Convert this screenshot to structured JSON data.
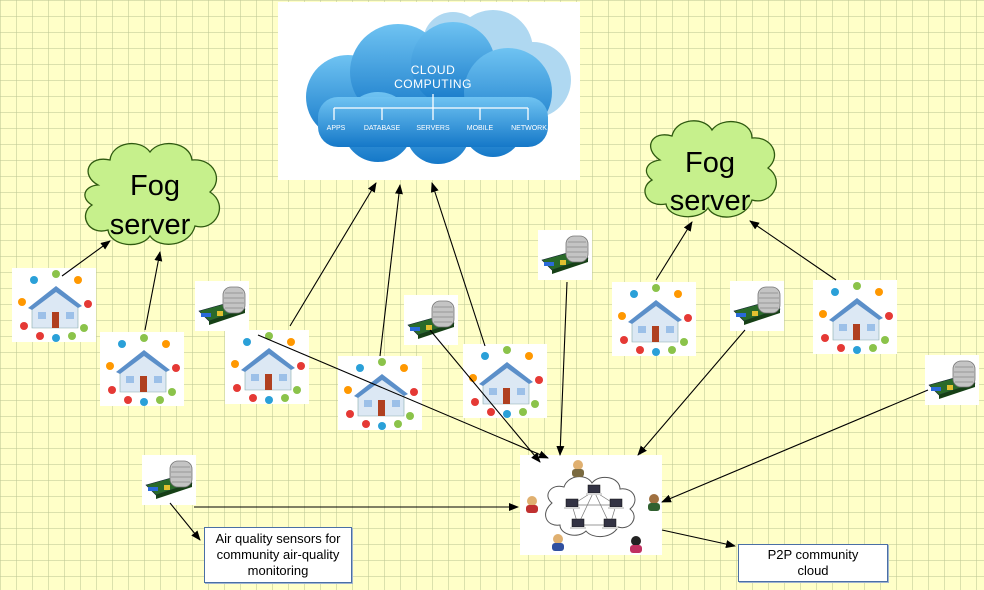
{
  "cloud": {
    "title_line1": "CLOUD",
    "title_line2": "COMPUTING",
    "branches": [
      "APPS",
      "DATABASE",
      "SERVERS",
      "MOBILE",
      "NETWORK"
    ]
  },
  "fog_left": {
    "line1": "Fog",
    "line2": "server"
  },
  "fog_right": {
    "line1": "Fog",
    "line2": "server"
  },
  "sensor_label": "Air quality sensors for community air-quality monitoring",
  "p2p_label": "P2P community cloud",
  "colors": {
    "fog_fill": "#c6f08c",
    "cloud_blue": "#1f8fd6",
    "label_border": "#4a6fa5"
  }
}
